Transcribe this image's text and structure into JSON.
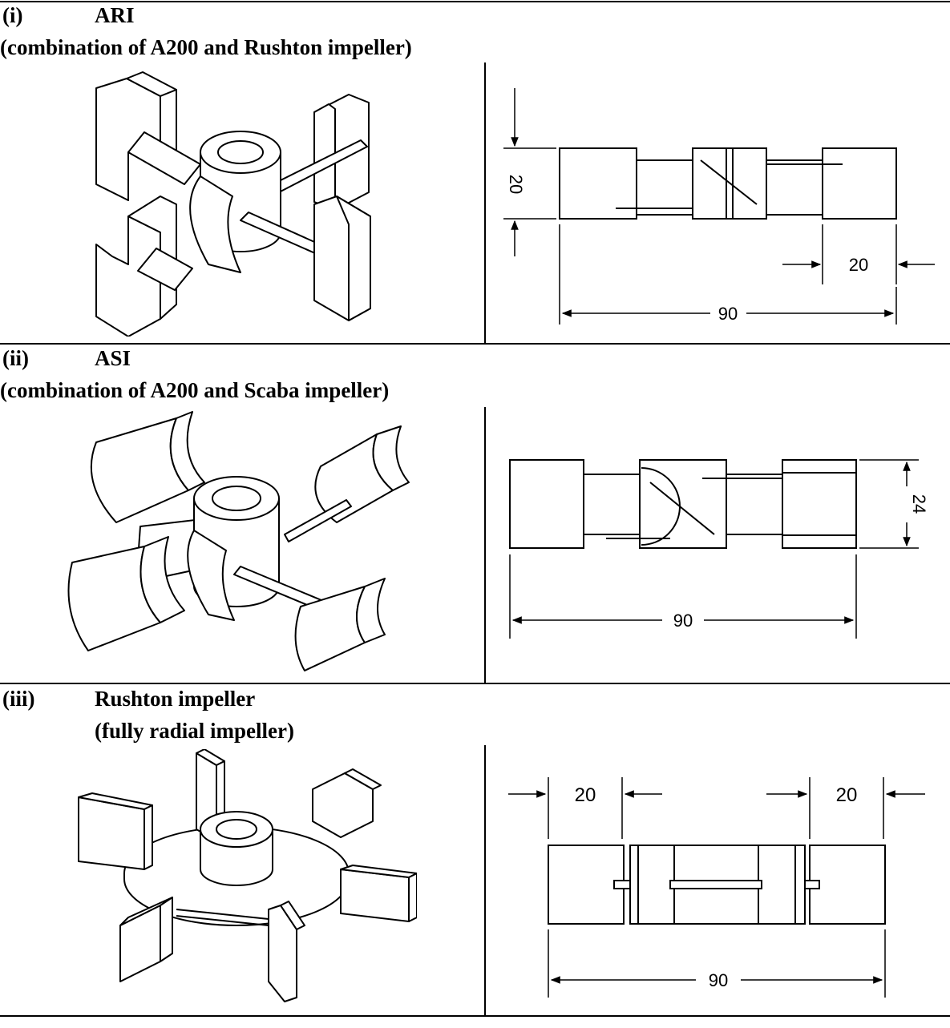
{
  "sections": [
    {
      "number": "(i)",
      "name": "ARI",
      "description": "(combination of A200 and Rushton impeller)",
      "dims": {
        "height": "20",
        "blade_width": "20",
        "diameter": "90"
      }
    },
    {
      "number": "(ii)",
      "name": "ASI",
      "description": "(combination of A200 and Scaba impeller)",
      "dims": {
        "height": "24",
        "diameter": "90"
      }
    },
    {
      "number": "(iii)",
      "name": "Rushton impeller",
      "description": "(fully radial impeller)",
      "dims": {
        "blade_width_left": "20",
        "blade_width_right": "20",
        "diameter": "90"
      }
    }
  ],
  "colors": {
    "line": "#000000",
    "background": "#ffffff"
  }
}
